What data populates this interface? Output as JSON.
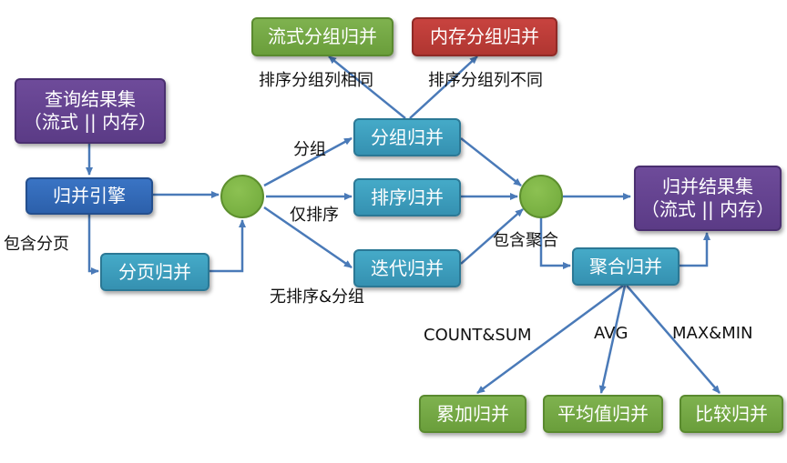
{
  "boxes": {
    "stream_group_merge": "流式分组归并",
    "memory_group_merge": "内存分组归并",
    "query_result_set": "查询结果集\n（流式 || 内存）",
    "merge_engine": "归并引擎",
    "group_merge": "分组归并",
    "sort_merge": "排序归并",
    "iterate_merge": "迭代归并",
    "paging_merge": "分页归并",
    "merge_result_set": "归并结果集\n（流式 || 内存）",
    "aggregate_merge": "聚合归并",
    "accumulate_merge": "累加归并",
    "average_merge": "平均值归并",
    "compare_merge": "比较归并"
  },
  "labels": {
    "sort_group_same": "排序分组列相同",
    "sort_group_diff": "排序分组列不同",
    "group": "分组",
    "sort_only": "仅排序",
    "no_sort_group": "无排序&分组",
    "contains_paging": "包含分页",
    "contains_aggregate": "包含聚合",
    "count_sum": "COUNT&SUM",
    "avg": "AVG",
    "max_min": "MAX&MIN"
  },
  "colors": {
    "arrow": "#4a7ab8",
    "green": "#74a944",
    "red": "#bb3c38",
    "purple": "#654394",
    "blue": "#3368b8",
    "teal": "#3b9dbd"
  }
}
